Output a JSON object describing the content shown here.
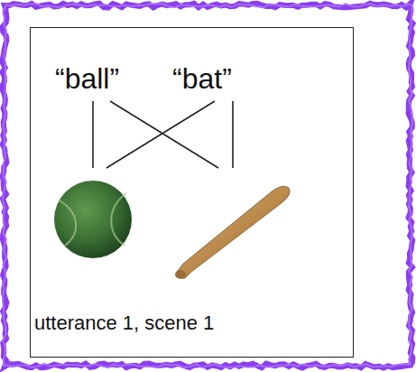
{
  "diagram": {
    "nodes": [
      {
        "text": [
          "utterance 1, scene 1"
        ]
      }
    ],
    "labels": [
      "“ball”",
      "“bat”"
    ]
  }
}
